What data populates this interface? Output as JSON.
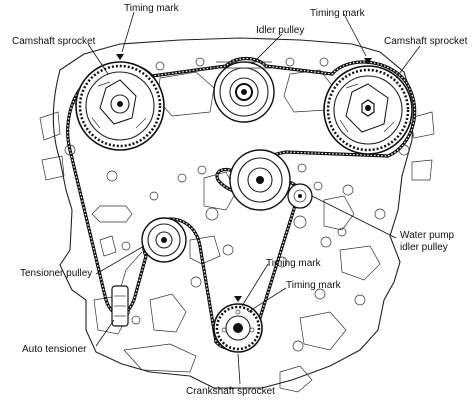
{
  "labels": {
    "timing_mark_top_left": "Timing mark",
    "timing_mark_top_right": "Timing mark",
    "idler_pulley": "Idler pulley",
    "camshaft_sprocket_left": "Camshaft sprocket",
    "camshaft_sprocket_right": "Camshaft sprocket",
    "tensioner_pulley": "Tensioner pulley",
    "water_pump_idler_pulley_line1": "Water pump",
    "water_pump_idler_pulley_line2": "idler pulley",
    "timing_mark_lower_1": "Timing mark",
    "timing_mark_lower_2": "Timing mark",
    "auto_tensioner": "Auto tensioner",
    "crankshaft_sprocket": "Crankshaft sprocket"
  }
}
